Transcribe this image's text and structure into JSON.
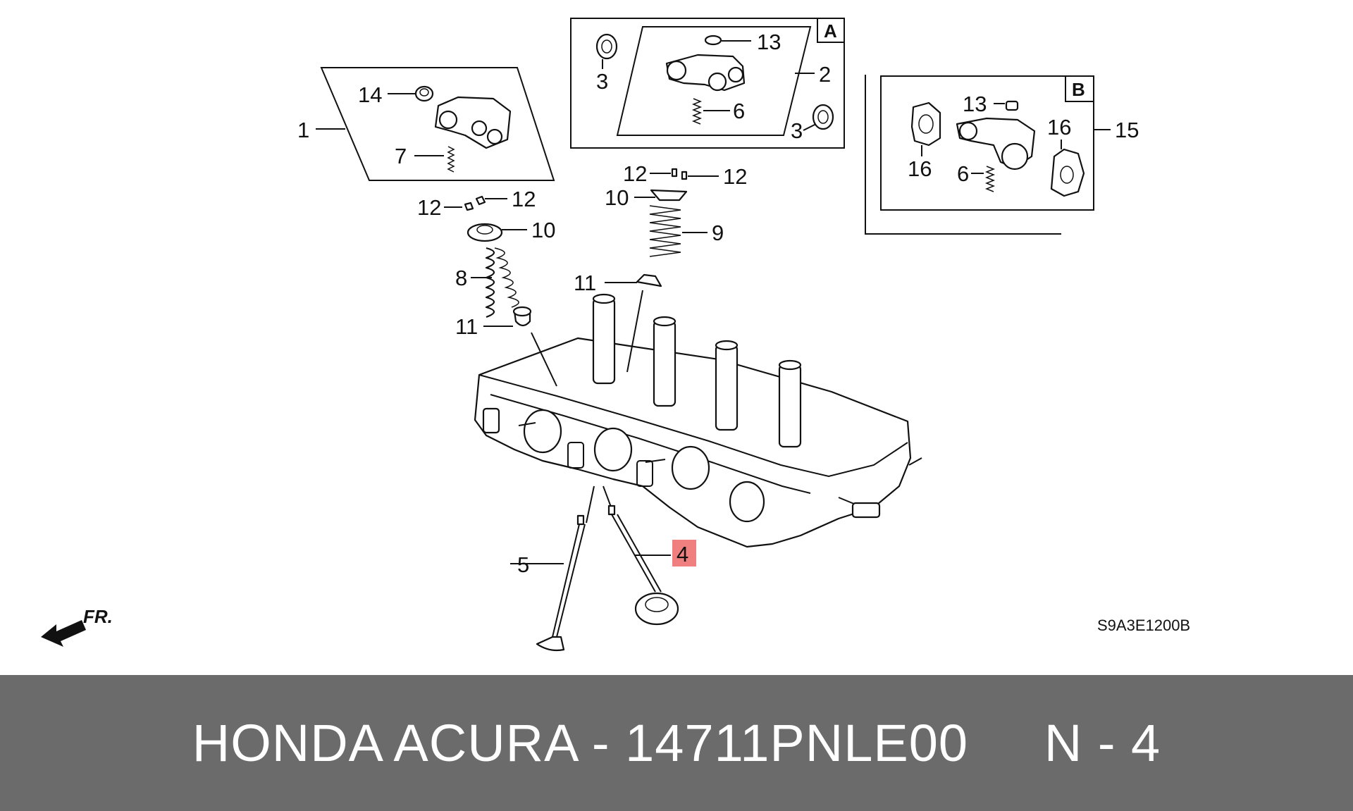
{
  "callouts": {
    "c1": "1",
    "c2": "2",
    "c3a": "3",
    "c3b": "3",
    "c4": "4",
    "c5": "5",
    "c6a": "6",
    "c6b": "6",
    "c7": "7",
    "c8": "8",
    "c9": "9",
    "c10a": "10",
    "c10b": "10",
    "c11a": "11",
    "c11b": "11",
    "c12a": "12",
    "c12b": "12",
    "c12c": "12",
    "c12d": "12",
    "c13a": "13",
    "c13b": "13",
    "c14": "14",
    "c15": "15",
    "c16a": "16",
    "c16b": "16"
  },
  "box_labels": {
    "a": "A",
    "b": "B"
  },
  "front_arrow_label": "FR.",
  "diagram_code": "S9A3E1200B",
  "highlight_color": "#f08080",
  "banner": {
    "text": "HONDA ACURA - 14711PNLE00     N - 4",
    "background": "#6b6b6b",
    "text_color": "#ffffff"
  }
}
